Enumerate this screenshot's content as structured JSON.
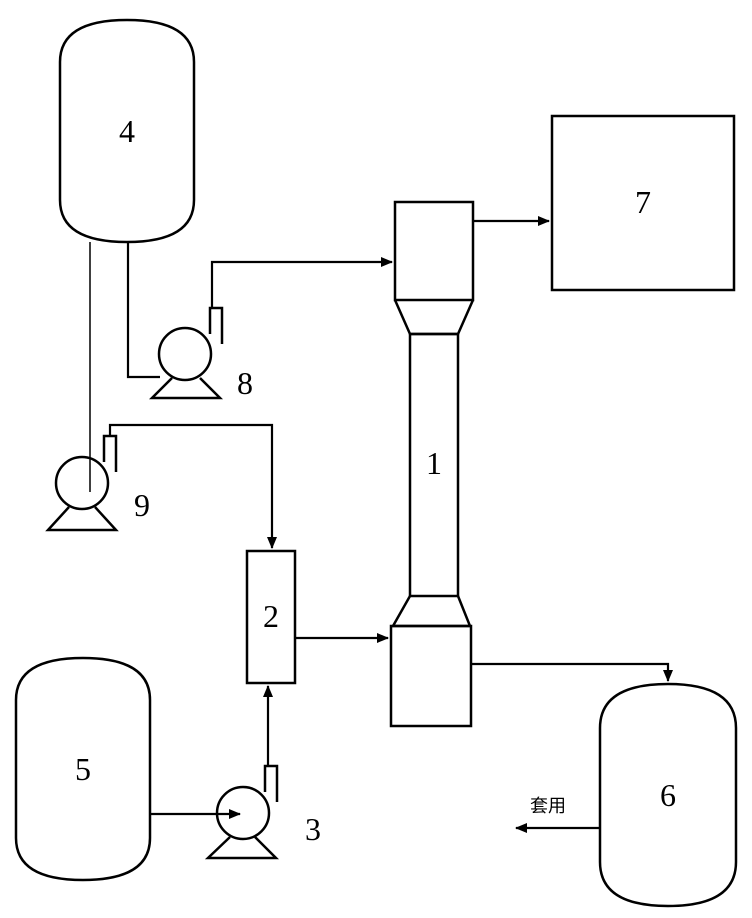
{
  "diagram": {
    "labels": {
      "column": "1",
      "vessel_2": "2",
      "pump_3": "3",
      "tank_4": "4",
      "tank_5": "5",
      "tank_6": "6",
      "box_7": "7",
      "pump_8": "8",
      "pump_9": "9",
      "reuse_text": "套用"
    }
  }
}
